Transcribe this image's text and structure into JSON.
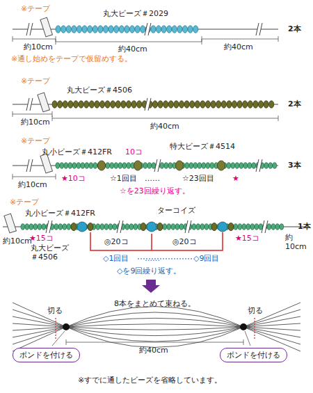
{
  "diagram": {
    "caption": "※すでに通したビーズを省略しています。",
    "nodes": [
      {
        "text": [
          "ボンドを付ける"
        ]
      },
      {
        "text": [
          "ボンドを付ける"
        ]
      }
    ],
    "labels": [
      "※テープ",
      "丸大ビーズ＃2029",
      "2本",
      "約10cm",
      "約40cm",
      "約40cm",
      "※通し始めをテープで仮留めする。",
      "※テープ",
      "丸大ビーズ＃4506",
      "2本",
      "約10cm",
      "約40cm",
      "※テープ",
      "丸小ビーズ＃412FR",
      "10コ",
      "特大ビーズ＃4514",
      "3本",
      "約10cm",
      "★10コ",
      "☆1回目",
      "……",
      "☆23回目",
      "★",
      "☆を23回繰り返す。",
      "※テープ",
      "丸小ビーズ＃412FR",
      "ターコイズ",
      "1本",
      "約10cm",
      "★15コ",
      "◎20コ",
      "◎20コ",
      "★15コ",
      "約10cm",
      "丸大ビーズ＃4506",
      "◇1回目",
      "……",
      "◇9回目",
      "◇を9回繰り返す。",
      "8本をまとめて束ねる。",
      "切る",
      "切る",
      "約40cm"
    ]
  }
}
